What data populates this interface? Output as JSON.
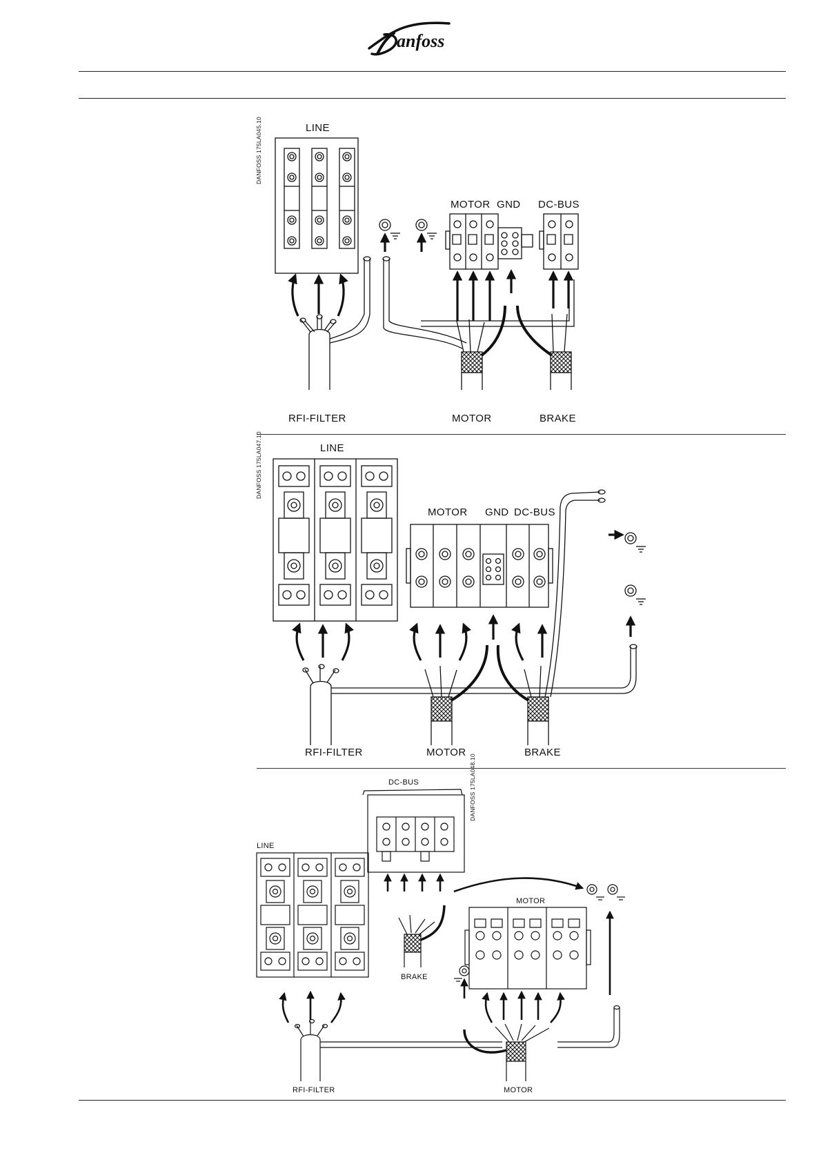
{
  "header": {
    "logo_text": "Danfoss"
  },
  "figures": [
    {
      "code": "DANFOSS 175LA045.10",
      "labels": {
        "line": "LINE",
        "motor": "MOTOR",
        "gnd": "GND",
        "dc_bus": "DC-BUS",
        "rfi_filter": "RFI-FILTER",
        "motor_cable": "MOTOR",
        "brake_cable": "BRAKE"
      }
    },
    {
      "code": "DANFOSS 175LA047.10",
      "labels": {
        "line": "LINE",
        "motor": "MOTOR",
        "gnd": "GND",
        "dc_bus": "DC-BUS",
        "rfi_filter": "RFI-FILTER",
        "motor_cable": "MOTOR",
        "brake_cable": "BRAKE"
      }
    },
    {
      "code": "DANFOSS 175LA048.10",
      "labels": {
        "dc_bus": "DC-BUS",
        "line": "LINE",
        "motor": "MOTOR",
        "brake_cable": "BRAKE",
        "rfi_filter": "RFI-FILTER",
        "motor_cable": "MOTOR"
      }
    }
  ]
}
